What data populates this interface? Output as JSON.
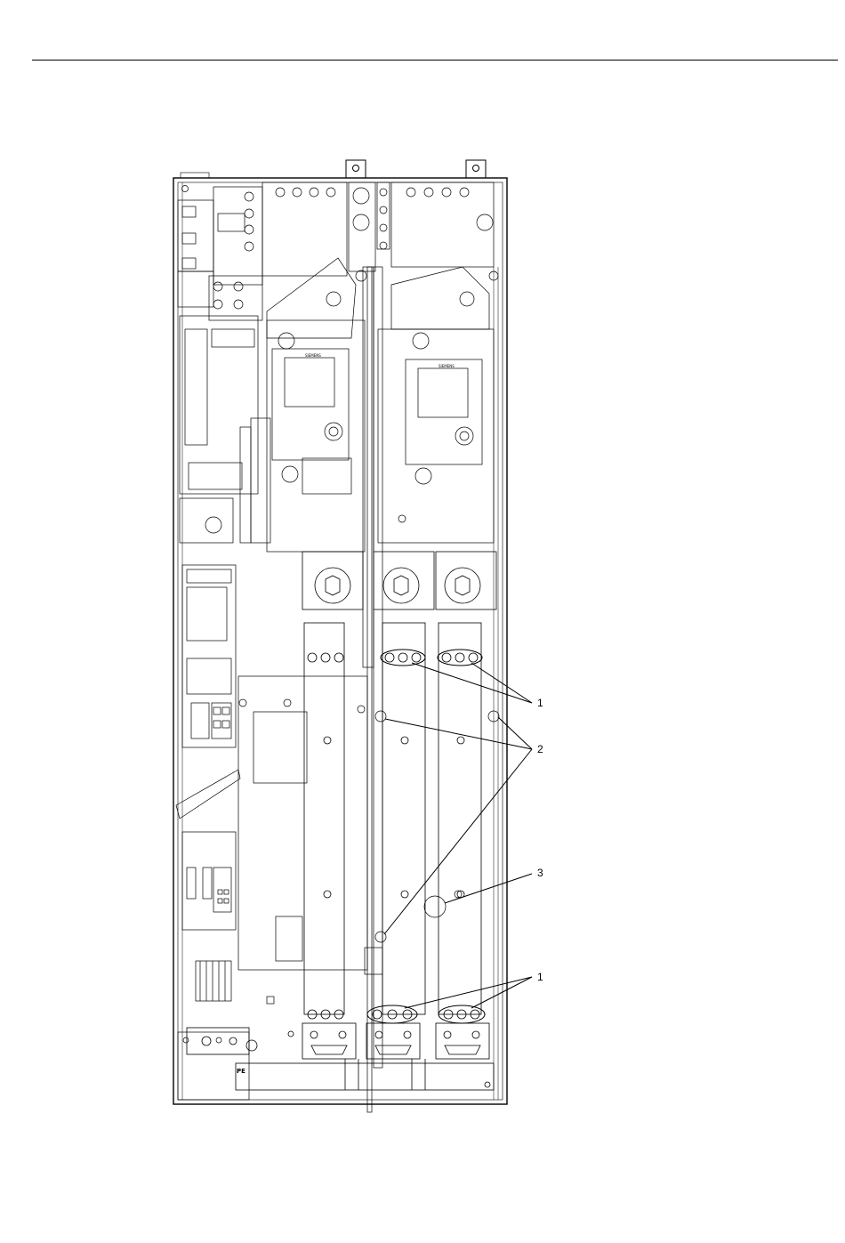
{
  "figure": {
    "callouts": [
      {
        "id": "c1a",
        "text": "1"
      },
      {
        "id": "c2",
        "text": "2"
      },
      {
        "id": "c3",
        "text": "3"
      },
      {
        "id": "c1b",
        "text": "1"
      }
    ],
    "nameplate_text": "SIEMENS",
    "pe_text": "PE"
  },
  "colors": {
    "line": "#000000",
    "background": "#ffffff"
  }
}
